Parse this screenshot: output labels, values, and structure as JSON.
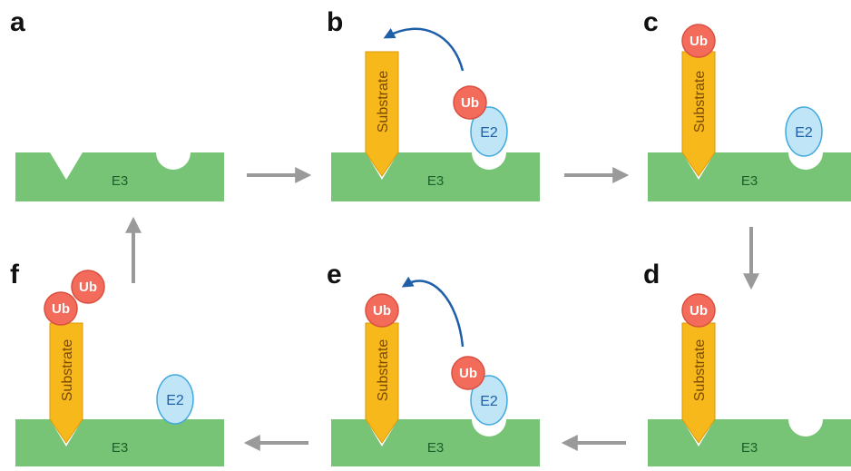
{
  "panels": [
    {
      "letter": "a",
      "e3_label": "E3",
      "has_substrate": false,
      "has_e2": false,
      "ub_on_substrate": 0,
      "ub_on_e2": false,
      "transfer_arrow": false
    },
    {
      "letter": "b",
      "e3_label": "E3",
      "has_substrate": true,
      "substrate_label": "Substrate",
      "has_e2": true,
      "e2_label": "E2",
      "ub_on_substrate": 0,
      "ub_on_e2": true,
      "ub_label": "Ub",
      "transfer_arrow": true
    },
    {
      "letter": "c",
      "e3_label": "E3",
      "has_substrate": true,
      "substrate_label": "Substrate",
      "has_e2": true,
      "e2_label": "E2",
      "ub_on_substrate": 1,
      "ub_on_e2": false,
      "ub_label": "Ub",
      "transfer_arrow": false
    },
    {
      "letter": "d",
      "e3_label": "E3",
      "has_substrate": true,
      "substrate_label": "Substrate",
      "has_e2": false,
      "ub_on_substrate": 1,
      "ub_on_e2": false,
      "ub_label": "Ub",
      "transfer_arrow": false
    },
    {
      "letter": "e",
      "e3_label": "E3",
      "has_substrate": true,
      "substrate_label": "Substrate",
      "has_e2": true,
      "e2_label": "E2",
      "ub_on_substrate": 1,
      "ub_on_e2": true,
      "ub_label": "Ub",
      "transfer_arrow": true
    },
    {
      "letter": "f",
      "e3_label": "E3",
      "has_substrate": true,
      "substrate_label": "Substrate",
      "has_e2": true,
      "e2_label": "E2",
      "ub_on_substrate": 2,
      "ub_on_e2": false,
      "ub_label": "Ub",
      "transfer_arrow": false
    }
  ],
  "colors": {
    "e3": "#77c477",
    "e3_text": "#1d5e2a",
    "substrate": "#f6b81b",
    "substrate_stroke": "#d99a0a",
    "ub": "#f26b5b",
    "ub_stroke": "#d94f40",
    "e2": "#bfe5f7",
    "e2_stroke": "#41a9dd",
    "flow_arrow": "#9a9a9a",
    "transfer_arrow": "#1f5fa8"
  },
  "flow": [
    "a→b",
    "b→c",
    "c→d",
    "d→e",
    "e→f",
    "f→a"
  ]
}
